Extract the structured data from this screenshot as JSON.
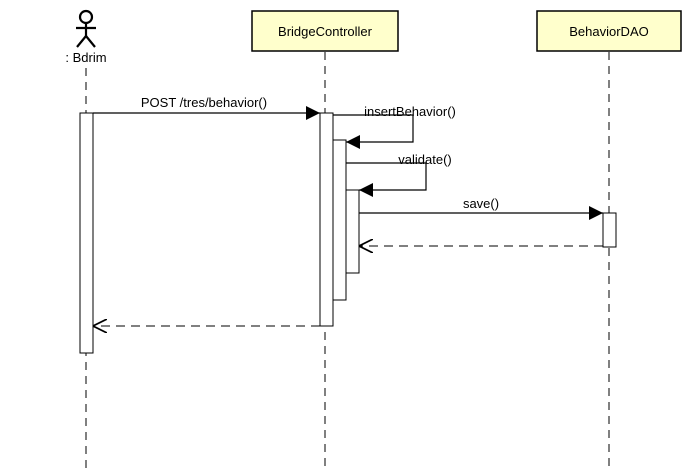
{
  "participants": [
    {
      "id": "actor",
      "kind": "actor",
      "label": ": Bdrim"
    },
    {
      "id": "bridge",
      "kind": "object",
      "label": "BridgeController"
    },
    {
      "id": "dao",
      "kind": "object",
      "label": "BehaviorDAO"
    }
  ],
  "messages": [
    {
      "id": "m1",
      "kind": "sync",
      "from": "actor",
      "to": "bridge",
      "label": "POST /tres/behavior()"
    },
    {
      "id": "m2",
      "kind": "self",
      "from": "bridge",
      "to": "bridge",
      "label": "insertBehavior()"
    },
    {
      "id": "m3",
      "kind": "self",
      "from": "bridge",
      "to": "bridge",
      "label": "validate()"
    },
    {
      "id": "m4",
      "kind": "sync",
      "from": "bridge",
      "to": "dao",
      "label": "save()"
    },
    {
      "id": "m5",
      "kind": "return",
      "from": "dao",
      "to": "bridge",
      "label": ""
    },
    {
      "id": "m6",
      "kind": "return",
      "from": "bridge",
      "to": "actor",
      "label": ""
    }
  ],
  "colors": {
    "participant_fill": "#ffffcc",
    "stroke": "#000000",
    "activation_fill": "#ffffff"
  }
}
